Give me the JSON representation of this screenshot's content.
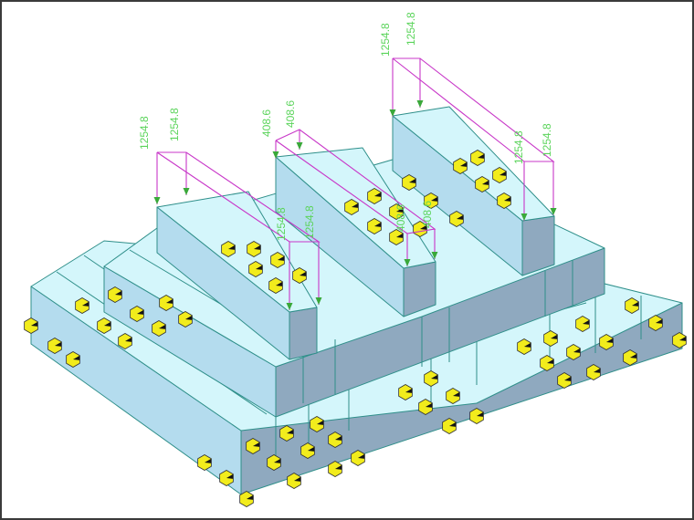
{
  "colors": {
    "frame_border": "#3a3a3a",
    "background": "#ffffff",
    "top_face": "#d4f6fb",
    "front_face": "#b4dcee",
    "side_face": "#8fa9bf",
    "edge": "#2f8f8a",
    "load_line": "#c837c8",
    "load_arrow": "#3aa83a",
    "load_text": "#5bd45b",
    "node_yellow": "#f2ec1c",
    "node_black": "#141414"
  },
  "loads": [
    {
      "id": "load-a1",
      "value": "1254.8"
    },
    {
      "id": "load-a2",
      "value": "1254.8"
    },
    {
      "id": "load-a3",
      "value": "1254.8"
    },
    {
      "id": "load-a4",
      "value": "1254.8"
    },
    {
      "id": "load-b1",
      "value": "408.6"
    },
    {
      "id": "load-b2",
      "value": "408.6"
    },
    {
      "id": "load-b3",
      "value": "408.6"
    },
    {
      "id": "load-b4",
      "value": "408.6"
    },
    {
      "id": "load-c1",
      "value": "1254.8"
    },
    {
      "id": "load-c2",
      "value": "1254.8"
    },
    {
      "id": "load-c3",
      "value": "1254.8"
    },
    {
      "id": "load-c4",
      "value": "1254.8"
    }
  ],
  "node_icon": "support-node-icon"
}
